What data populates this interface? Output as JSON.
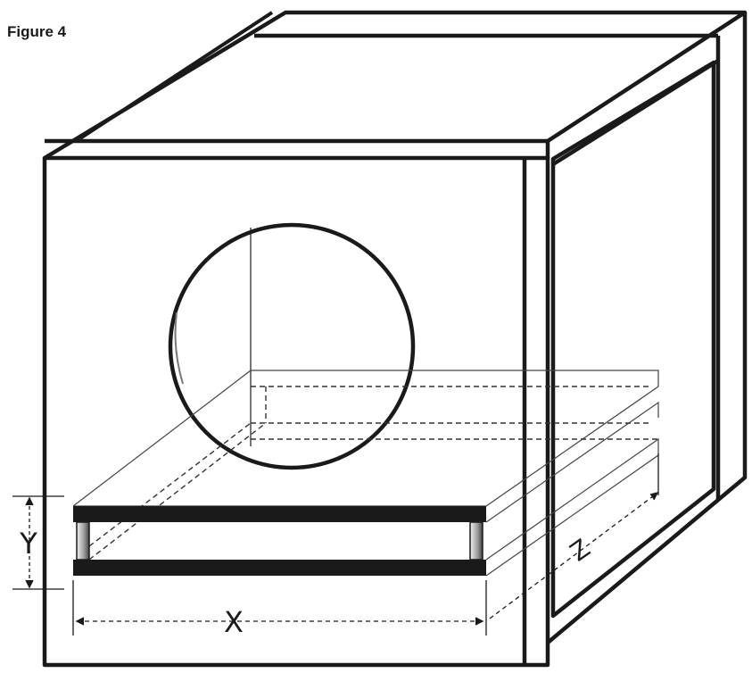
{
  "figure": {
    "title": "Figure 4",
    "labels": {
      "x": "X",
      "y": "Y",
      "z": "Z"
    }
  },
  "colors": {
    "line": "#1a1a1a",
    "background": "#ffffff"
  }
}
